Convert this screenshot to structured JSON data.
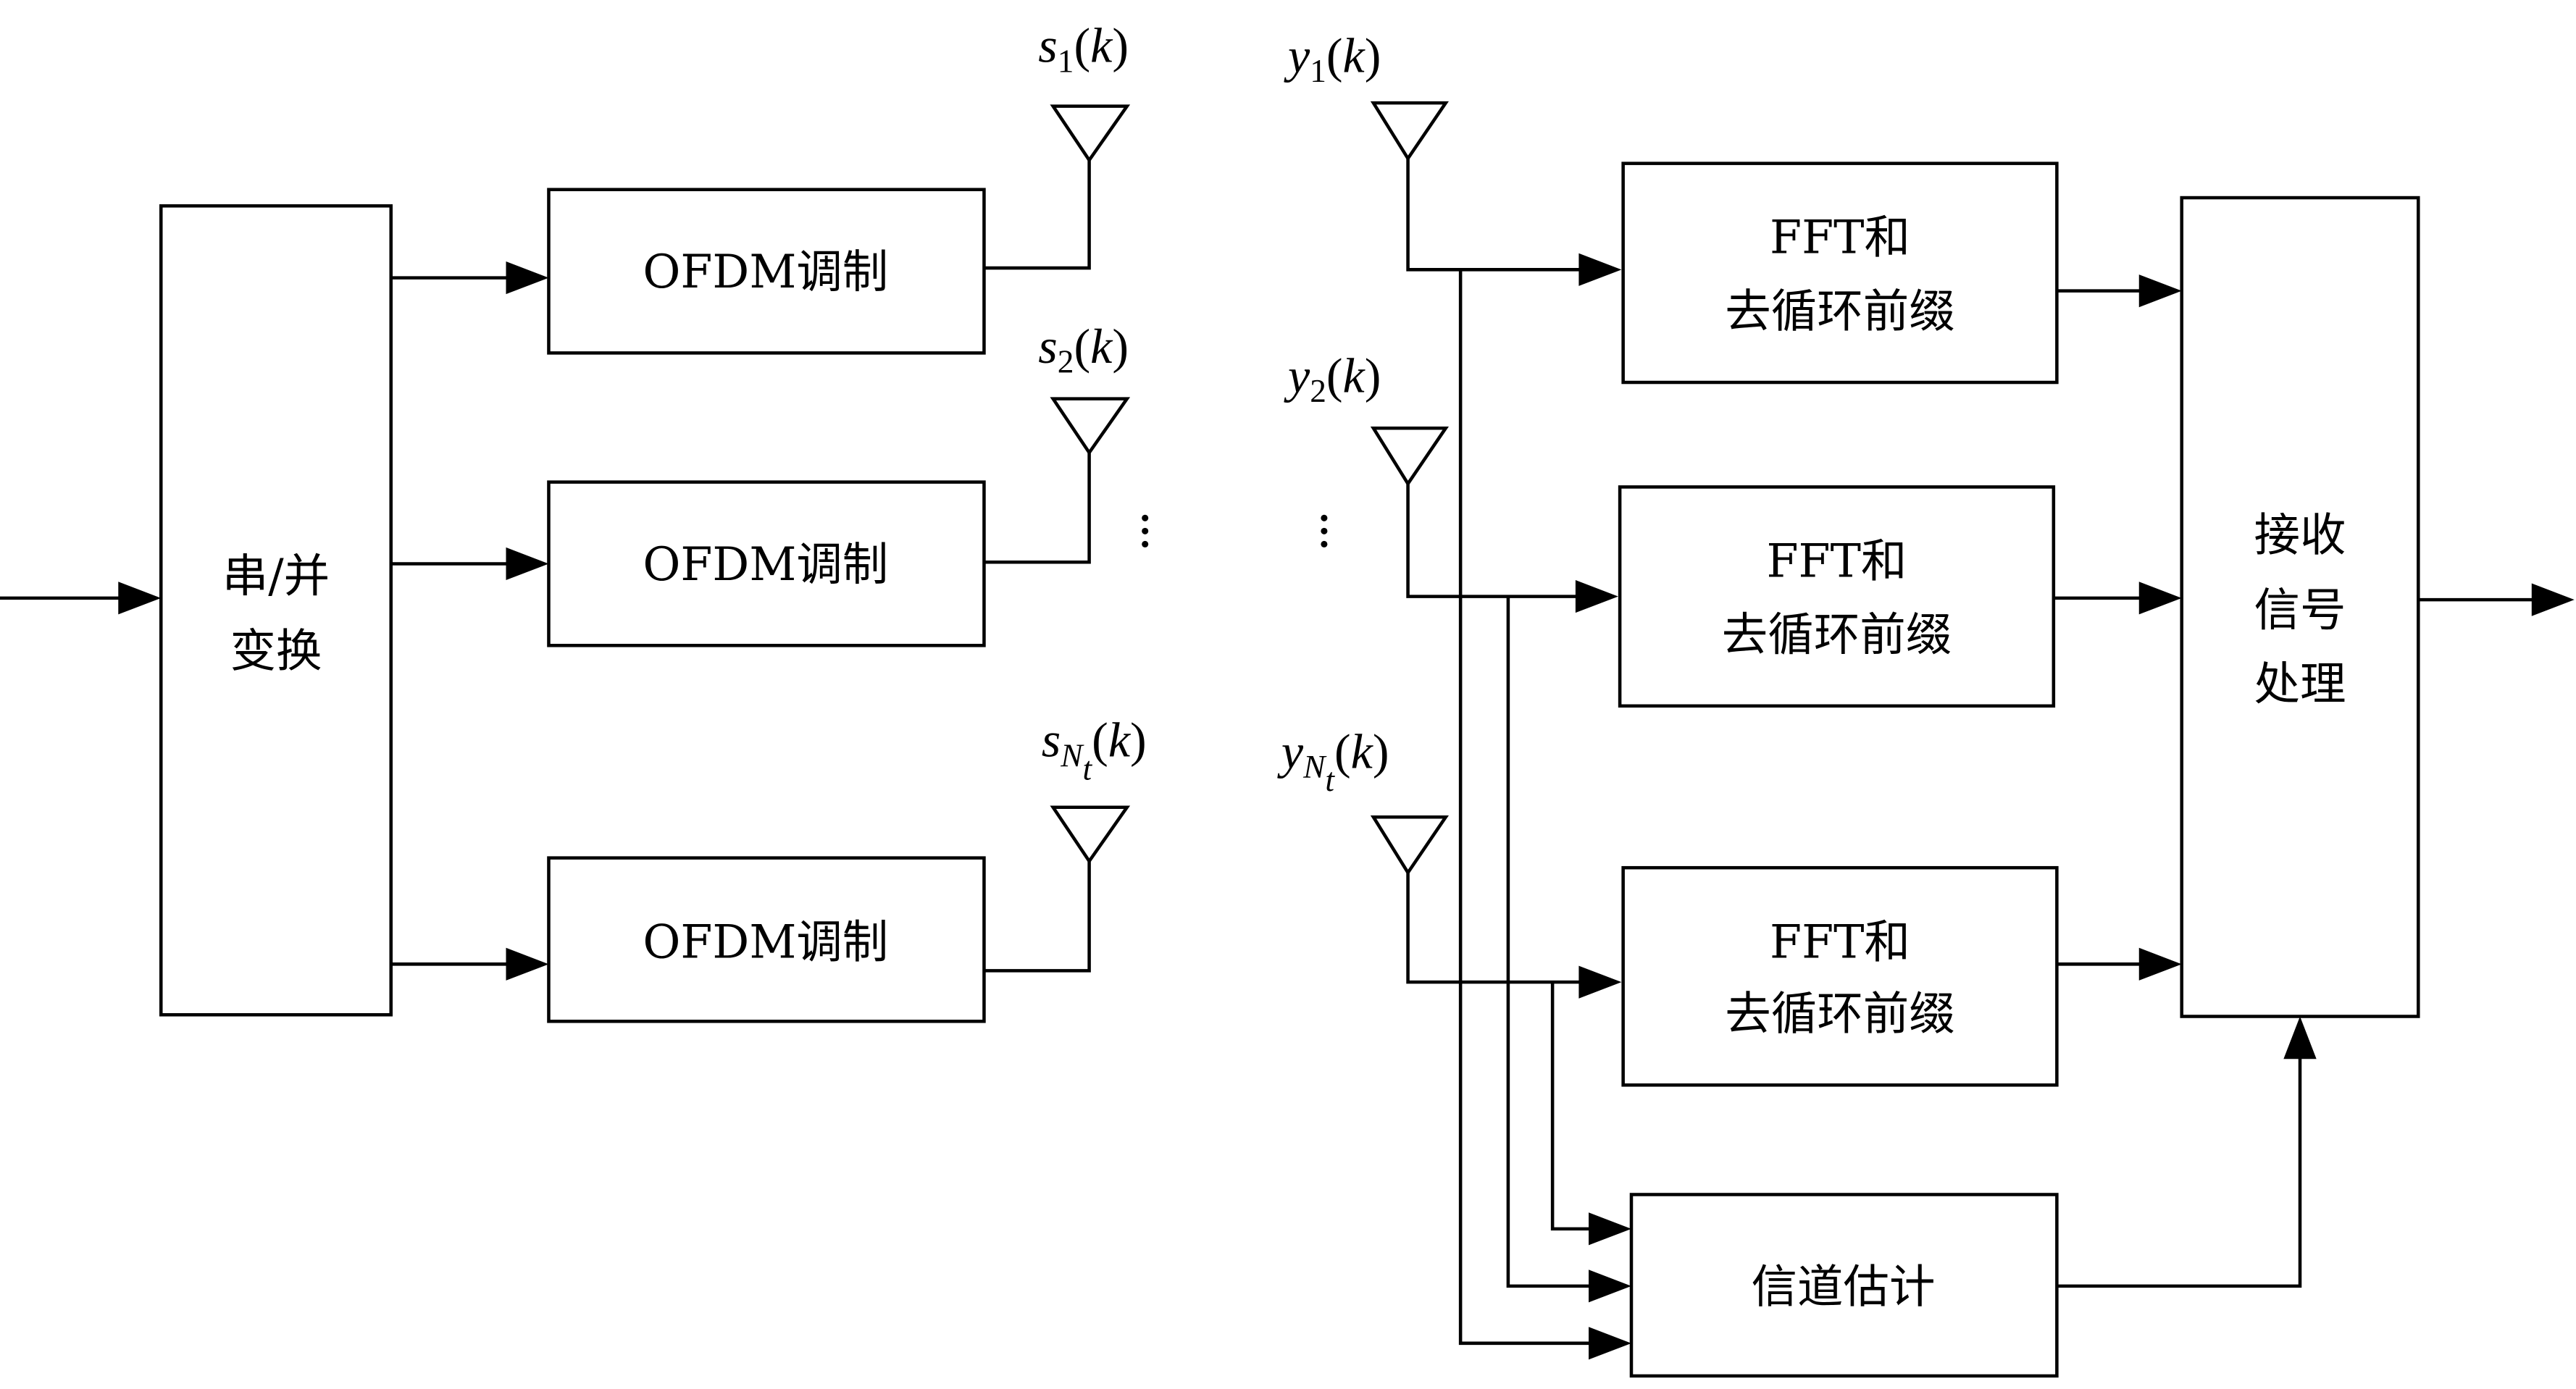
{
  "diagram": {
    "title": "MIMO-OFDM system block diagram",
    "transmitter": {
      "sp_converter": {
        "line1": "串/并",
        "line2": "变换"
      },
      "modulators": [
        {
          "label": "OFDM调制"
        },
        {
          "label": "OFDM调制"
        },
        {
          "label": "OFDM调制"
        }
      ],
      "antennas": [
        {
          "sym": "s",
          "sub": "1",
          "arg": "k"
        },
        {
          "sym": "s",
          "sub": "2",
          "arg": "k"
        },
        {
          "sym": "s",
          "sub": "N",
          "subsub": "t",
          "arg": "k"
        }
      ]
    },
    "receiver": {
      "antennas": [
        {
          "sym": "y",
          "sub": "1",
          "arg": "k"
        },
        {
          "sym": "y",
          "sub": "2",
          "arg": "k"
        },
        {
          "sym": "y",
          "sub": "N",
          "subsub": "t",
          "arg": "k"
        }
      ],
      "fft_blocks": [
        {
          "line1": "FFT和",
          "line2": "去循环前缀"
        },
        {
          "line1": "FFT和",
          "line2": "去循环前缀"
        },
        {
          "line1": "FFT和",
          "line2": "去循环前缀"
        }
      ],
      "channel_estimation": {
        "label": "信道估计"
      },
      "signal_processing": {
        "line1": "接收",
        "line2": "信号",
        "line3": "处理"
      }
    },
    "ellipsis": "⋮"
  }
}
